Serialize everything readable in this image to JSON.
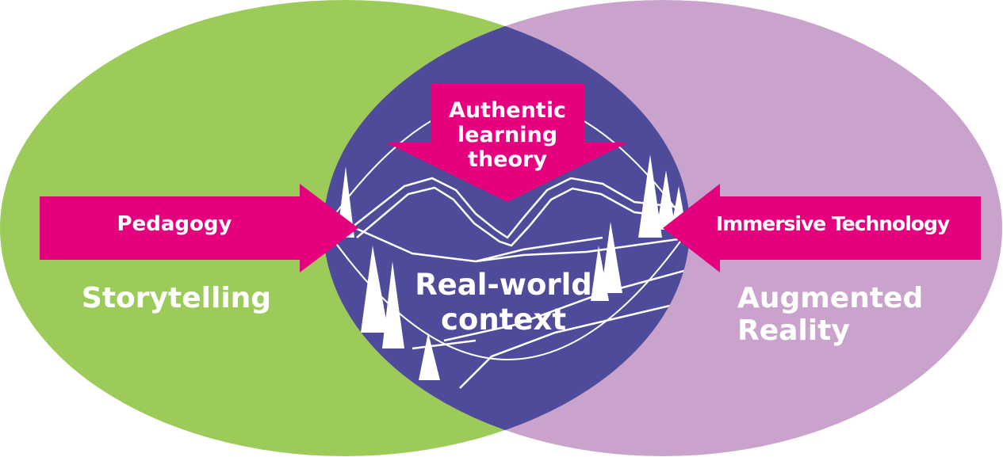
{
  "colors": {
    "left": "#9ccb59",
    "right": "#c9a3cc",
    "center": "#4f4b9b",
    "arrow": "#e5007d"
  },
  "left_circle": {
    "label": "Storytelling"
  },
  "right_circle": {
    "label": "Augmented Reality"
  },
  "center": {
    "label": "Real-world context"
  },
  "arrows": {
    "top": "Authentic learning theory",
    "left": "Pedagogy",
    "right": "Immersive Technology"
  }
}
